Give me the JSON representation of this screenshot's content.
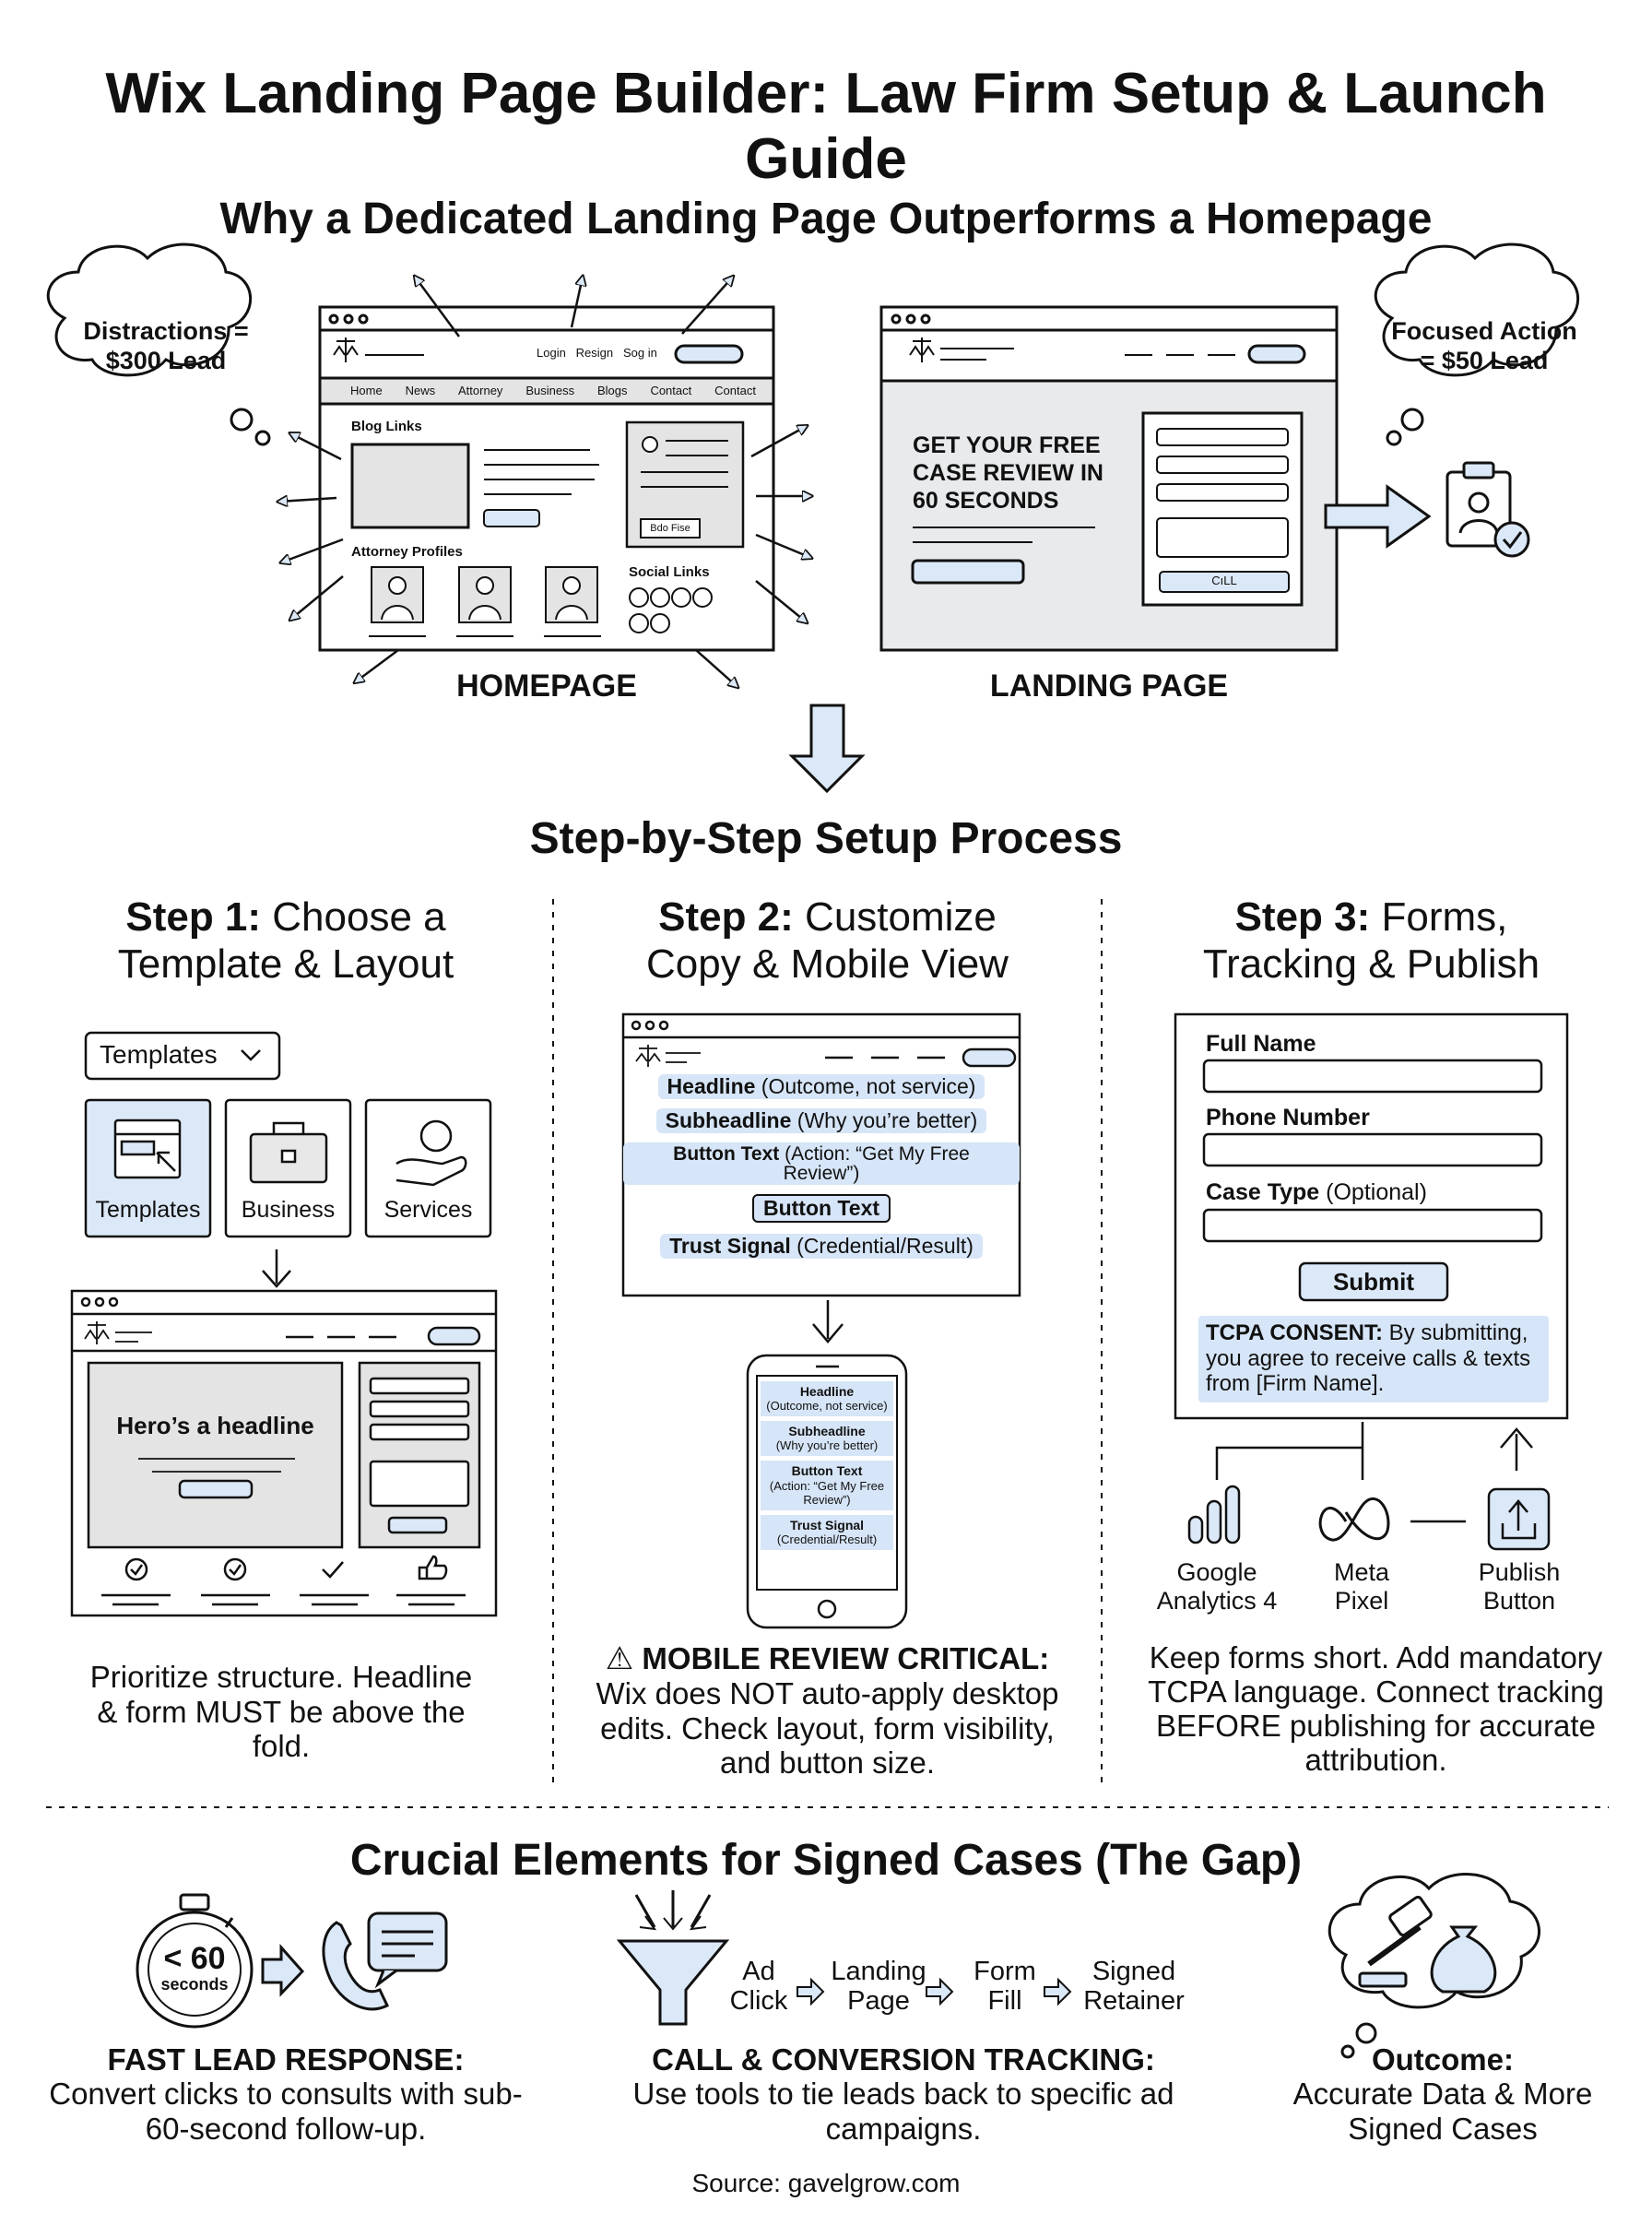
{
  "title": "Wix Landing Page Builder: Law Firm Setup & Launch Guide",
  "section1": {
    "heading": "Why a Dedicated Landing Page Outperforms a Homepage",
    "bubble_left": "Distractions = $300 Lead",
    "bubble_right": "Focused Action = $50 Lead",
    "homepage": {
      "label": "HOMEPAGE",
      "header_links": [
        "Login",
        "Resign",
        "Sog in"
      ],
      "nav": [
        "Home",
        "News",
        "Attorney",
        "Business",
        "Blogs",
        "Contact",
        "Contact"
      ],
      "blog_links": "Blog Links",
      "attorney_profiles": "Attorney Profiles",
      "social_links": "Social Links",
      "card_button": "Bdo Fise"
    },
    "landing": {
      "label": "LANDING PAGE",
      "headline": "GET YOUR FREE CASE REVIEW IN 60 SECONDS",
      "call_button": "CıLL"
    }
  },
  "section2": {
    "heading": "Step-by-Step Setup Process",
    "step1": {
      "num": "Step 1:",
      "title_a": "Choose a",
      "title_b": "Template & Layout",
      "dropdown": "Templates",
      "tiles": [
        "Templates",
        "Business",
        "Services"
      ],
      "mock_headline": "Hero’s a headline",
      "note": "Prioritize structure. Headline & form MUST be above the fold."
    },
    "step2": {
      "num": "Step 2:",
      "title_a": "Customize",
      "title_b": "Copy & Mobile View",
      "rows": [
        {
          "b": "Headline",
          "t": " (Outcome, not service)"
        },
        {
          "b": "Subheadline",
          "t": " (Why you’re better)"
        },
        {
          "b": "Button Text",
          "t": " (Action: “Get My Free Review”)"
        },
        {
          "b": "Button Text",
          "t": ""
        },
        {
          "b": "Trust Signal",
          "t": " (Credential/Result)"
        }
      ],
      "phone_rows": [
        {
          "b": "Headline",
          "t": "(Outcome, not service)"
        },
        {
          "b": "Subheadline",
          "t": "(Why you’re better)"
        },
        {
          "b": "Button Text",
          "t": "(Action: “Get My Free Review”)"
        },
        {
          "b": "Trust Signal",
          "t": "(Credential/Result)"
        }
      ],
      "warning_title": "MOBILE REVIEW CRITICAL:",
      "warning_text": "Wix does NOT auto-apply desktop edits. Check layout, form visibility, and button size."
    },
    "step3": {
      "num": "Step 3:",
      "title_a": "Forms,",
      "title_b": "Tracking & Publish",
      "field1": "Full Name",
      "field2": "Phone Number",
      "field3_b": "Case Type",
      "field3_t": " (Optional)",
      "submit": "Submit",
      "tcpa_b": "TCPA CONSENT:",
      "tcpa_t": " By submitting, you agree to receive calls & texts from [Firm Name].",
      "tools": [
        "Google Analytics 4",
        "Meta Pixel",
        "Publish Button"
      ],
      "note": "Keep forms short. Add mandatory TCPA language. Connect tracking BEFORE publishing for accurate attribution."
    }
  },
  "section3": {
    "heading": "Crucial Elements for Signed Cases (The Gap)",
    "timer_value": "< 60",
    "timer_unit": "seconds",
    "col1_title": "FAST LEAD RESPONSE:",
    "col1_text": "Convert clicks to consults with sub-60-second follow-up.",
    "flow": [
      "Ad Click",
      "Landing Page",
      "Form Fill",
      "Signed Retainer"
    ],
    "col2_title": "CALL & CONVERSION TRACKING:",
    "col2_text": "Use tools to tie leads back to specific ad campaigns.",
    "col3_title": "Outcome:",
    "col3_text": "Accurate Data & More Signed Cases"
  },
  "source": "Source: gavelgrow.com",
  "colors": {
    "accent_blue": "#dbe8f7",
    "ink": "#111111",
    "panel_gray": "#e4e4e4"
  }
}
